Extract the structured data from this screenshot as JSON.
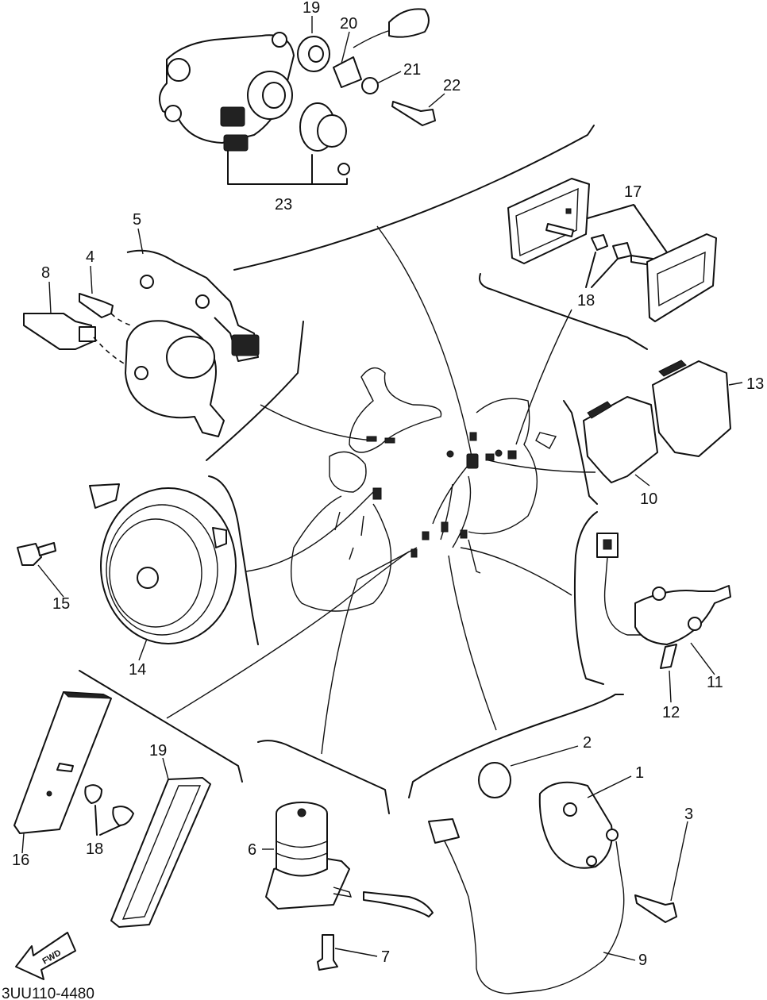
{
  "diagram": {
    "part_code": "3UU110-4480",
    "direction_label": "FWD",
    "callouts": [
      {
        "id": "c1",
        "text": "1"
      },
      {
        "id": "c2",
        "text": "2"
      },
      {
        "id": "c3",
        "text": "3"
      },
      {
        "id": "c4",
        "text": "4"
      },
      {
        "id": "c5",
        "text": "5"
      },
      {
        "id": "c6",
        "text": "6"
      },
      {
        "id": "c7",
        "text": "7"
      },
      {
        "id": "c8",
        "text": "8"
      },
      {
        "id": "c9",
        "text": "9"
      },
      {
        "id": "c10",
        "text": "10"
      },
      {
        "id": "c11",
        "text": "11"
      },
      {
        "id": "c12",
        "text": "12"
      },
      {
        "id": "c13",
        "text": "13"
      },
      {
        "id": "c14",
        "text": "14"
      },
      {
        "id": "c15",
        "text": "15"
      },
      {
        "id": "c16",
        "text": "16"
      },
      {
        "id": "c17",
        "text": "17"
      },
      {
        "id": "c18a",
        "text": "18"
      },
      {
        "id": "c18b",
        "text": "18"
      },
      {
        "id": "c19a",
        "text": "19"
      },
      {
        "id": "c19b",
        "text": "19"
      },
      {
        "id": "c20",
        "text": "20"
      },
      {
        "id": "c21",
        "text": "21"
      },
      {
        "id": "c22",
        "text": "22"
      },
      {
        "id": "c23",
        "text": "23"
      }
    ]
  }
}
